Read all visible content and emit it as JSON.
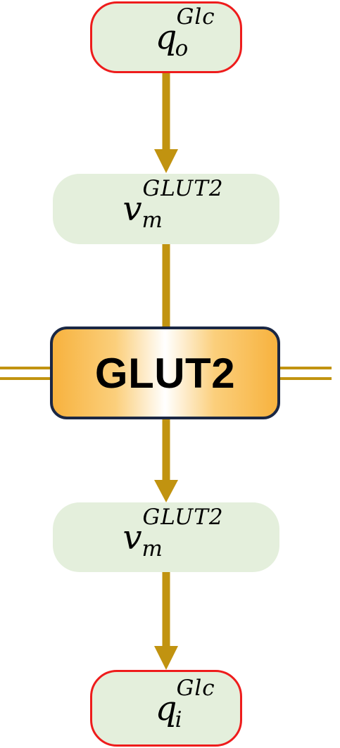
{
  "colors": {
    "arrow": "#c19310",
    "metabolite_border": "#ee1c1c",
    "node_fill": "#e4efdc",
    "transporter_border": "#1a2744",
    "transporter_fill_edge": "#f7b23e",
    "transporter_fill_center": "#ffffff"
  },
  "nodes": {
    "extracellular_glucose": {
      "base": "q",
      "sup": "Glc",
      "sub": "o"
    },
    "rate_upper": {
      "base": "v",
      "sup": "GLUT2",
      "sub": "m"
    },
    "transporter": {
      "label": "GLUT2"
    },
    "rate_lower": {
      "base": "v",
      "sup": "GLUT2",
      "sub": "m"
    },
    "intracellular_glucose": {
      "base": "q",
      "sup": "Glc",
      "sub": "i"
    }
  }
}
